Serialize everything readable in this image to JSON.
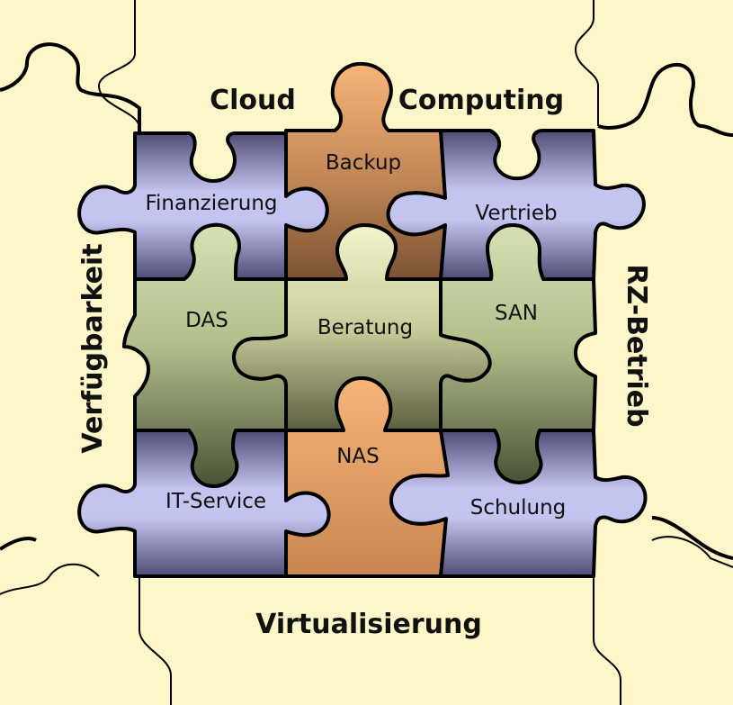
{
  "frame": {
    "top_left": "Cloud",
    "top_right": "Computing",
    "left": "Verfügbarkeit",
    "right": "RZ-Betrieb",
    "bottom": "Virtualisierung"
  },
  "pieces": {
    "finanzierung": "Finanzierung",
    "backup": "Backup",
    "vertrieb": "Vertrieb",
    "das": "DAS",
    "beratung": "Beratung",
    "san": "SAN",
    "it_service": "IT-Service",
    "nas": "NAS",
    "schulung": "Schulung"
  },
  "colors": {
    "background": "#fdf6c8",
    "violet_piece": "#b9b9ec",
    "green_piece": "#c4d1a2",
    "orange_piece": "#f3b079",
    "cream_piece": "#f0f0c4",
    "outline": "#000000"
  }
}
